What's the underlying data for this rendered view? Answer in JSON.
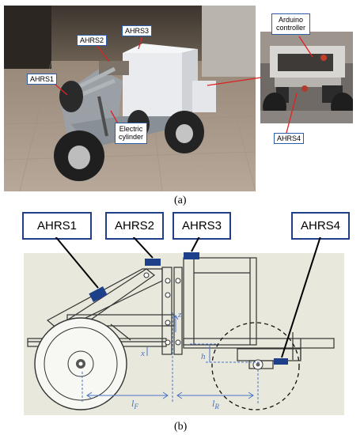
{
  "panel_a": {
    "caption": "(a)",
    "labels": {
      "ahrs1": "AHRS1",
      "ahrs2": "AHRS2",
      "ahrs3": "AHRS3",
      "ahrs4": "AHRS4",
      "electric_cylinder_line1": "Electric",
      "electric_cylinder_line2": "cylinder",
      "arduino_line1": "Arduino",
      "arduino_line2": "controller"
    }
  },
  "panel_b": {
    "caption": "(b)",
    "labels": {
      "ahrs1": "AHRS1",
      "ahrs2": "AHRS2",
      "ahrs3": "AHRS3",
      "ahrs4": "AHRS4"
    },
    "dimensions": {
      "lf": "l",
      "lf_sub": "F",
      "lr": "l",
      "lr_sub": "R",
      "h": "h",
      "z": "z",
      "x": "x"
    }
  },
  "colors": {
    "label_border": "#2f5ea8",
    "sensor_block": "#1e3f8a",
    "dimension_lines": "#4a74c4",
    "diagram_background": "#e8e8dc"
  }
}
